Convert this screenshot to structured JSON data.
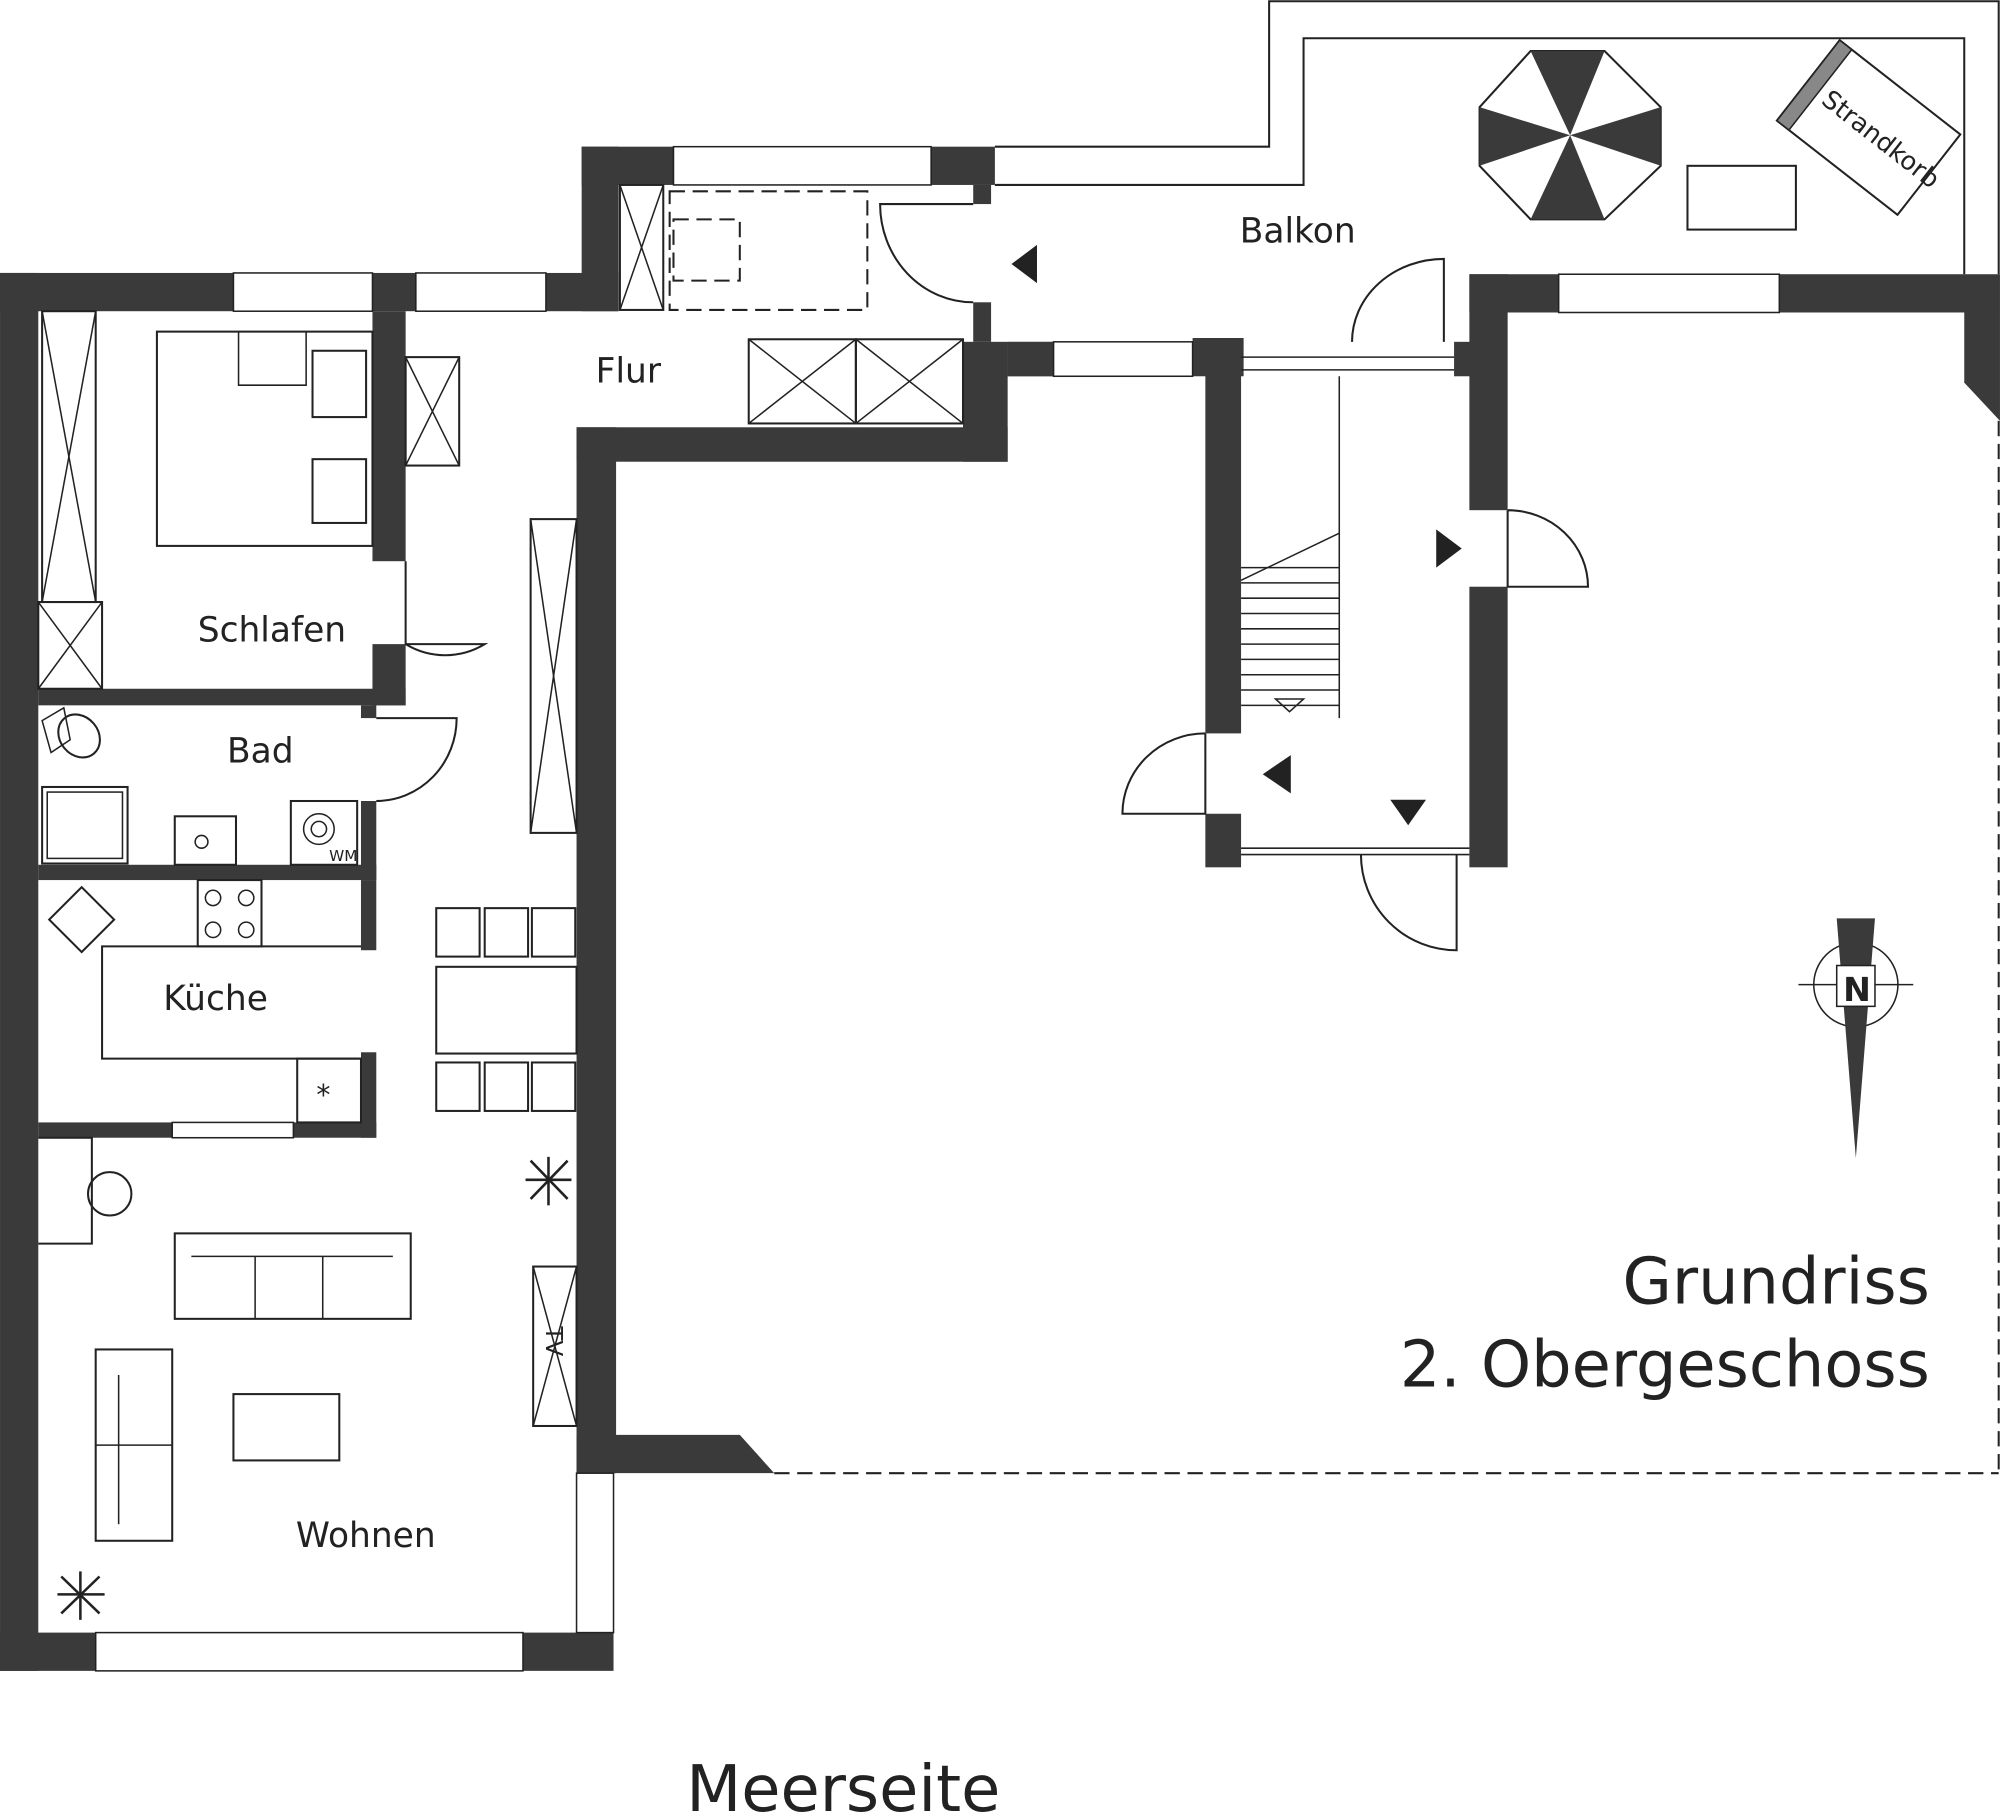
{
  "rooms": {
    "balkon": "Balkon",
    "flur": "Flur",
    "schlafen": "Schlafen",
    "bad": "Bad",
    "kueche": "Küche",
    "wohnen": "Wohnen"
  },
  "furniture": {
    "strandkorb": "Strandkorb",
    "washing_machine": "WM",
    "tv": "TV"
  },
  "compass": {
    "north": "N"
  },
  "title": {
    "line1": "Grundriss",
    "line2": "2. Obergeschoss"
  },
  "orientation_label": "Meerseite",
  "colors": {
    "wall": "#3a3a3a",
    "line": "#222222"
  }
}
